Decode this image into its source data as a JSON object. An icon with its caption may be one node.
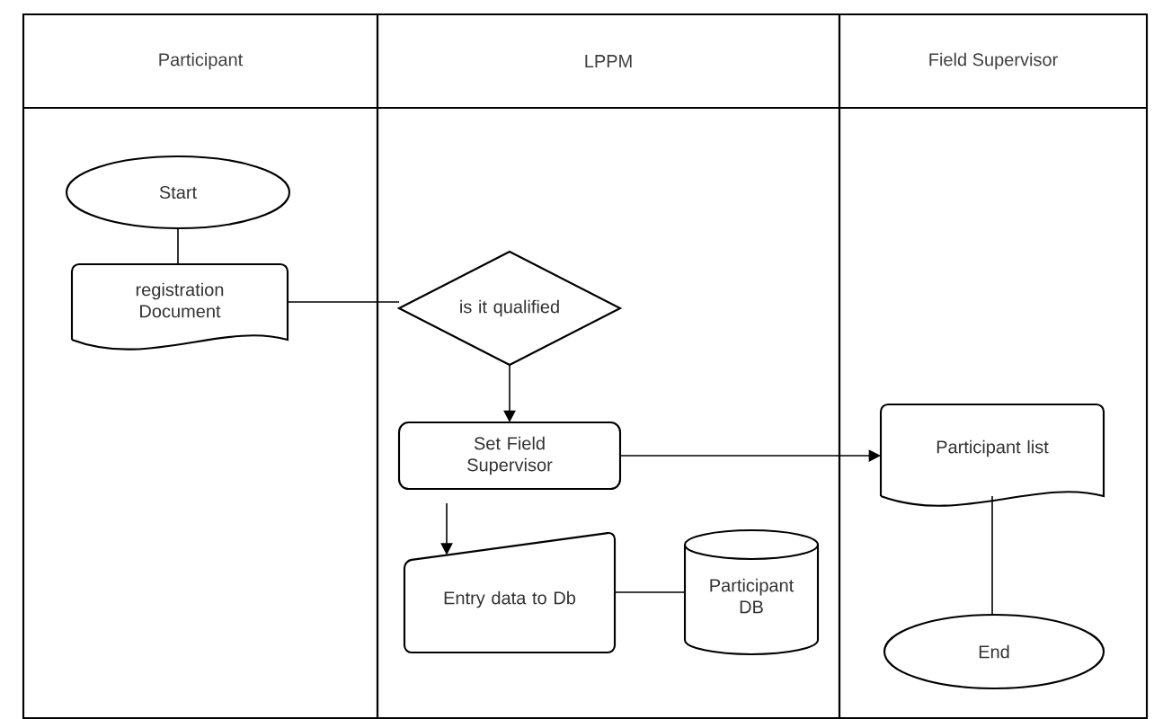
{
  "diagram": {
    "nodes": [
      {
        "text": [
          "Participant"
        ]
      },
      {
        "text": [
          "LPPM"
        ]
      },
      {
        "text": [
          "Field Supervisor"
        ]
      },
      {
        "text": [
          "Start"
        ],
        "in": 0
      },
      {
        "text": [
          "registration Document"
        ],
        "in": 0
      },
      {
        "text": [
          "is it qualified"
        ],
        "in": 1
      },
      {
        "text": [
          "Set Field Supervisor"
        ],
        "in": 1
      },
      {
        "text": [
          "Entry data to Db"
        ],
        "in": 1
      },
      {
        "text": [
          "Participant DB"
        ],
        "in": 1
      },
      {
        "text": [
          "Participant list"
        ],
        "in": 2
      },
      {
        "text": [
          "End"
        ],
        "in": 2
      }
    ],
    "edges": [
      {
        "from": 3,
        "to": 4,
        "arrow": "none"
      },
      {
        "from": 4,
        "to": 5,
        "arrow": "none"
      },
      {
        "from": 5,
        "to": 6,
        "arrow": "to"
      },
      {
        "from": 6,
        "to": 9,
        "arrow": "to"
      },
      {
        "from": 6,
        "to": 7,
        "arrow": "to"
      },
      {
        "from": 7,
        "to": 8,
        "arrow": "none"
      },
      {
        "from": 9,
        "to": 10,
        "arrow": "none"
      }
    ]
  }
}
